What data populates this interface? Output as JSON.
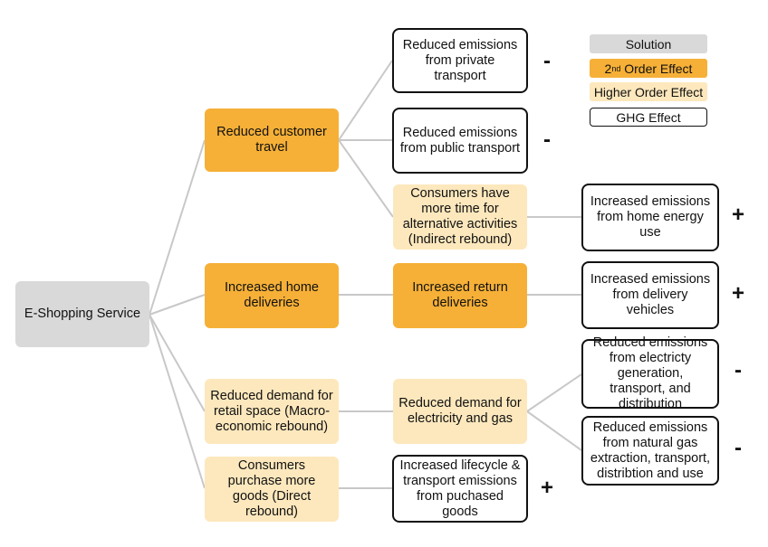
{
  "nodes": {
    "root": "E-Shopping Service",
    "reduced_customer_travel": "Reduced customer travel",
    "increased_home_deliveries": "Increased home deliveries",
    "reduced_retail_space": "Reduced demand for retail space (Macro-economic rebound)",
    "consumers_purchase_more": "Consumers purchase more goods (Direct rebound)",
    "reduced_private_transport": "Reduced emissions from private transport",
    "reduced_public_transport": "Reduced emissions from public transport",
    "more_time_alt_activities": "Consumers have more time for alternative activities (Indirect rebound)",
    "increased_return_deliveries": "Increased return deliveries",
    "reduced_electricity_gas": "Reduced demand for electricity and gas",
    "increased_lifecycle": "Increased lifecycle & transport emissions from puchased goods",
    "increased_home_energy": "Increased emissions from home energy use",
    "increased_delivery_vehicles": "Increased emissions from delivery vehicles",
    "reduced_electricity_gen": "Reduced emissions from electricty generation, transport, and distribution",
    "reduced_natural_gas": "Reduced emissions from natural gas extraction, transport, distribtion and use"
  },
  "signs": {
    "private_transport": "-",
    "public_transport": "-",
    "home_energy": "+",
    "delivery_vehicles": "+",
    "electricity_gen": "-",
    "natural_gas": "-",
    "lifecycle": "+"
  },
  "legend": {
    "solution": "Solution",
    "second_order_prefix": "2",
    "second_order_sup": "nd",
    "second_order_suffix": " Order Effect",
    "higher_order": "Higher Order Effect",
    "ghg": "GHG Effect"
  },
  "colors": {
    "solution": "#d9d9d9",
    "second_order": "#f6b037",
    "higher_order": "#fde8bd",
    "ghg_border": "#111111",
    "connector": "#c8c8c8"
  }
}
